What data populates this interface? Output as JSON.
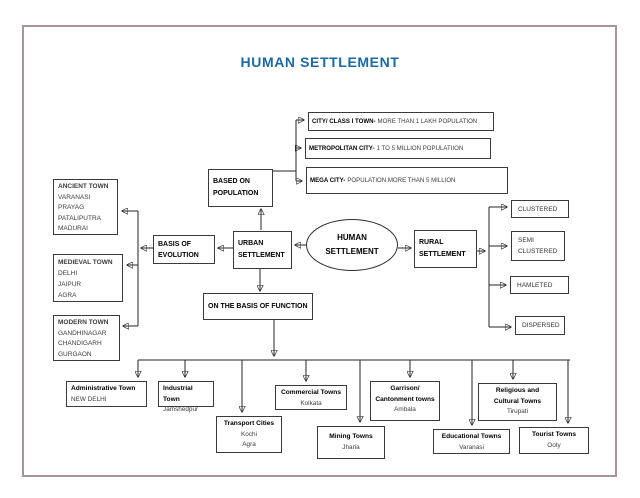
{
  "page": {
    "title": "HUMAN SETTLEMENT"
  },
  "colors": {
    "title_blue": "#1a6aa5",
    "page_border": "#aa949a",
    "box_border": "#3a3a3a"
  },
  "center_node": {
    "label": "HUMAN SETTLEMENT"
  },
  "urban": {
    "label": "URBAN SETTLEMENT"
  },
  "rural": {
    "label": "RURAL SETTLEMENT"
  },
  "population": {
    "header": "BASED ON POPULATION",
    "items": [
      {
        "bold": "CITY/ CLASS I TOWN-",
        "rest": " MORE THAN 1 LAKH POPULATION"
      },
      {
        "bold": "METROPOLITAN CITY-",
        "rest": " 1 TO 5 MILLION POPULATIION"
      },
      {
        "bold": "MEGA CITY-",
        "rest": " POPULATION MORE THAN 5 MILLION"
      }
    ]
  },
  "evolution": {
    "header": "BASIS OF EVOLUTION",
    "ancient": {
      "title": "ANCIENT TOWN",
      "items": [
        "VARANASI",
        "PRAYAG",
        "PATALIPUTRA",
        "MADURAI"
      ]
    },
    "medieval": {
      "title": "MEDIEVAL TOWN",
      "items": [
        "DELHI",
        "JAIPUR",
        "AGRA"
      ]
    },
    "modern": {
      "title": "MODERN TOWN",
      "items": [
        "GANDHINAGAR",
        "CHANDIGARH",
        "GURGAON"
      ]
    }
  },
  "rural_types": {
    "clustered": "CLUSTERED",
    "semi_clustered": "SEMI CLUSTERED",
    "hamleted": "HAMLETED",
    "dispersed": "DISPERSED"
  },
  "function": {
    "header": "ON THE BASIS OF FUNCTION",
    "towns": [
      {
        "title": "Administrative Town",
        "city1": "NEW DELHI",
        "city2": ""
      },
      {
        "title": "Industrial Town",
        "city1": "Jamshedpur",
        "city2": ""
      },
      {
        "title": "Transport Cities",
        "city1": "Kochi",
        "city2": "Agra"
      },
      {
        "title": "Commercial Towns",
        "city1": "Kolkata",
        "city2": ""
      },
      {
        "title": "Mining Towns",
        "city1": "Jharia",
        "city2": ""
      },
      {
        "title": "Garrison/ Cantonment towns",
        "city1": "Ambala",
        "city2": ""
      },
      {
        "title": "Educational Towns",
        "city1": "Varanasi",
        "city2": ""
      },
      {
        "title": "Religious and Cultural Towns",
        "city1": "Tirupati",
        "city2": ""
      },
      {
        "title": "Tourist Towns",
        "city1": "Ooty",
        "city2": ""
      }
    ]
  }
}
